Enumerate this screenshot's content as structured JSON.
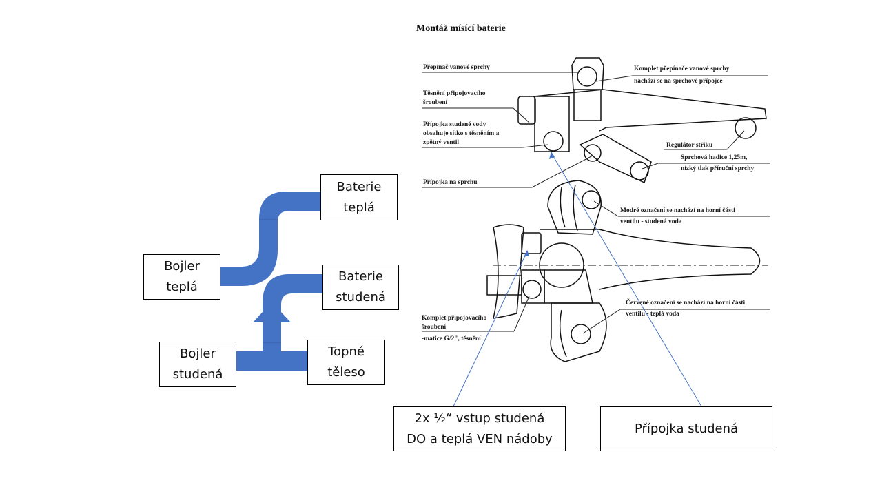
{
  "flow_diagram": {
    "pipe_color": "#4472C4",
    "boxes": {
      "bojler_tepla": [
        "Bojler",
        "teplá"
      ],
      "baterie_tepla": [
        "Baterie",
        "teplá"
      ],
      "baterie_studena": [
        "Baterie",
        "studená"
      ],
      "bojler_studena": [
        "Bojler",
        "studená"
      ],
      "topne_teleso": [
        "Topné",
        "těleso"
      ]
    }
  },
  "document": {
    "title": "Montáž mísící baterie",
    "labels": {
      "prepinac": "Přepínač vanové sprchy",
      "tesneni": [
        "Těsnění připojovacího",
        "šroubení"
      ],
      "pripojka_studene": [
        "Přípojka studené vody",
        "obsahuje sítko s těsněním a",
        "zpětný ventil"
      ],
      "pripojka_sprchu": "Přípojka na sprchu",
      "komplet_prepinace": [
        "Komplet přepínače vanové sprchy",
        "nachází se na sprchové přípojce"
      ],
      "regulator": "Regulátor střiku",
      "hadice": [
        "Sprchová hadice 1,25m,",
        "nízký tlak příruční sprchy"
      ],
      "modre": [
        "Modré označení se nachází na horní části",
        "ventilu - studená voda"
      ],
      "cervene": [
        "Červené označení se nachází na horní části",
        "ventilu - teplá voda"
      ],
      "komplet_sroubeni": [
        "Komplet připojovacího",
        "šroubení",
        "-matice G/2\", těsnění"
      ]
    }
  },
  "callouts": {
    "line_color": "#4472C4",
    "vstup": [
      "2x ½“ vstup studená",
      "DO a teplá VEN nádoby"
    ],
    "pripojka": "Přípojka studená"
  }
}
